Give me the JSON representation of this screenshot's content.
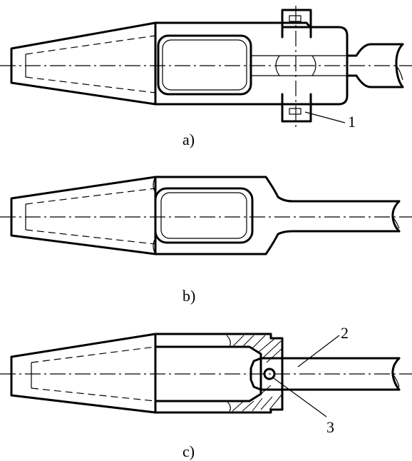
{
  "labels": {
    "a": "a)",
    "b": "b)",
    "c": "c)",
    "part1": "1",
    "part2": "2",
    "part3": "3"
  }
}
